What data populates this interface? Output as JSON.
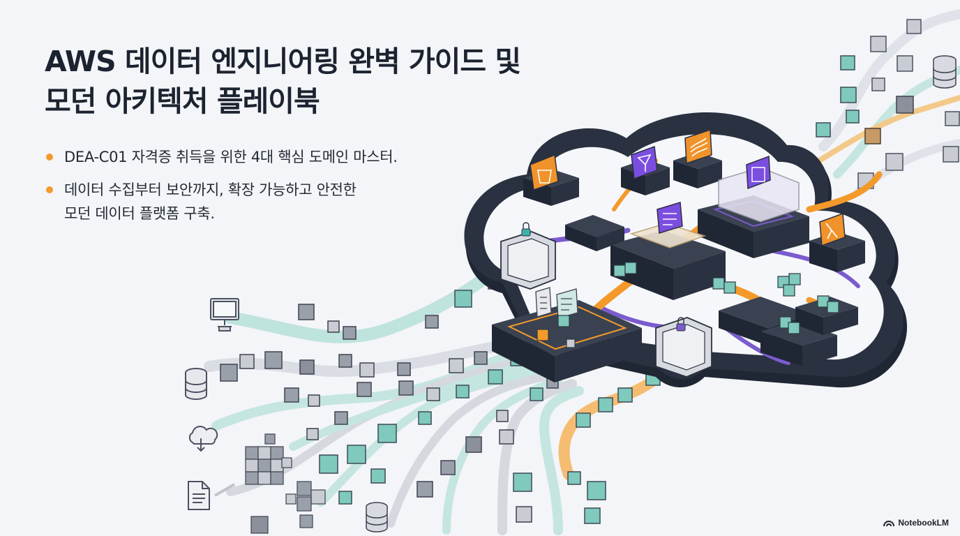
{
  "slide": {
    "title_line1": "AWS 데이터 엔지니어링 완벽 가이드 및",
    "title_line2": "모던 아키텍처 플레이북",
    "bullets": [
      {
        "lines": [
          "DEA-C01 자격증 취득을 위한 4대 핵심 도메인 마스터."
        ]
      },
      {
        "lines": [
          "데이터 수집부터 보안까지, 확장 가능하고 안전한",
          "모던 데이터 플랫폼 구축."
        ]
      }
    ]
  },
  "illustration": {
    "icons": [
      "monitor-icon",
      "database-icon",
      "cloud-icon",
      "document-icon",
      "lock-icon",
      "s3-bucket-icon",
      "glue-icon",
      "kinesis-icon",
      "lambda-icon",
      "athena-icon",
      "redshift-icon"
    ],
    "colors": {
      "accent": "#f39a2b",
      "teal": "#7fc9bd",
      "purple": "#7b5ccf",
      "dark": "#252c3a"
    }
  },
  "watermark": {
    "brand": "NotebookLM"
  }
}
